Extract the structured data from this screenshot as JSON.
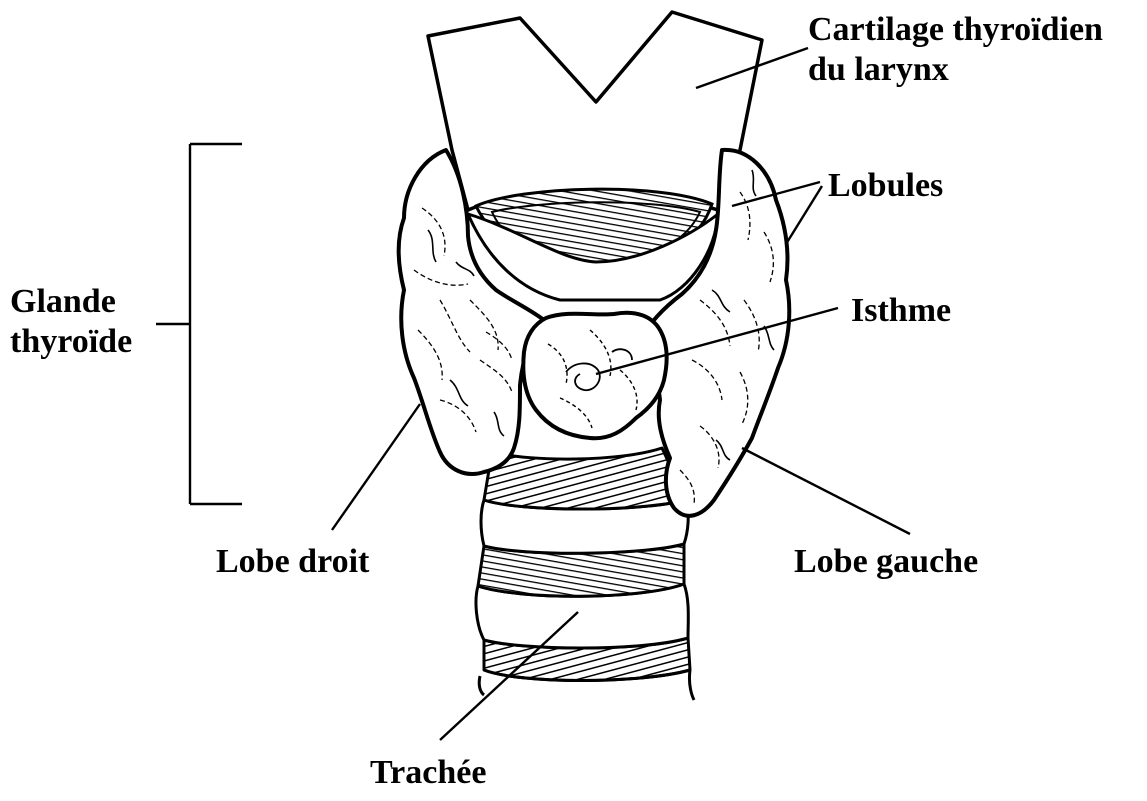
{
  "labels": {
    "cartilage": [
      "Cartilage thyroïdien",
      "du larynx"
    ],
    "lobules": "Lobules",
    "isthme": "Isthme",
    "glande": [
      "Glande",
      "thyroïde"
    ],
    "lobe_droit": "Lobe droit",
    "lobe_gauche": "Lobe gauche",
    "trachee": "Trachée"
  },
  "colors": {
    "ink": "#000000",
    "paper": "#ffffff"
  }
}
